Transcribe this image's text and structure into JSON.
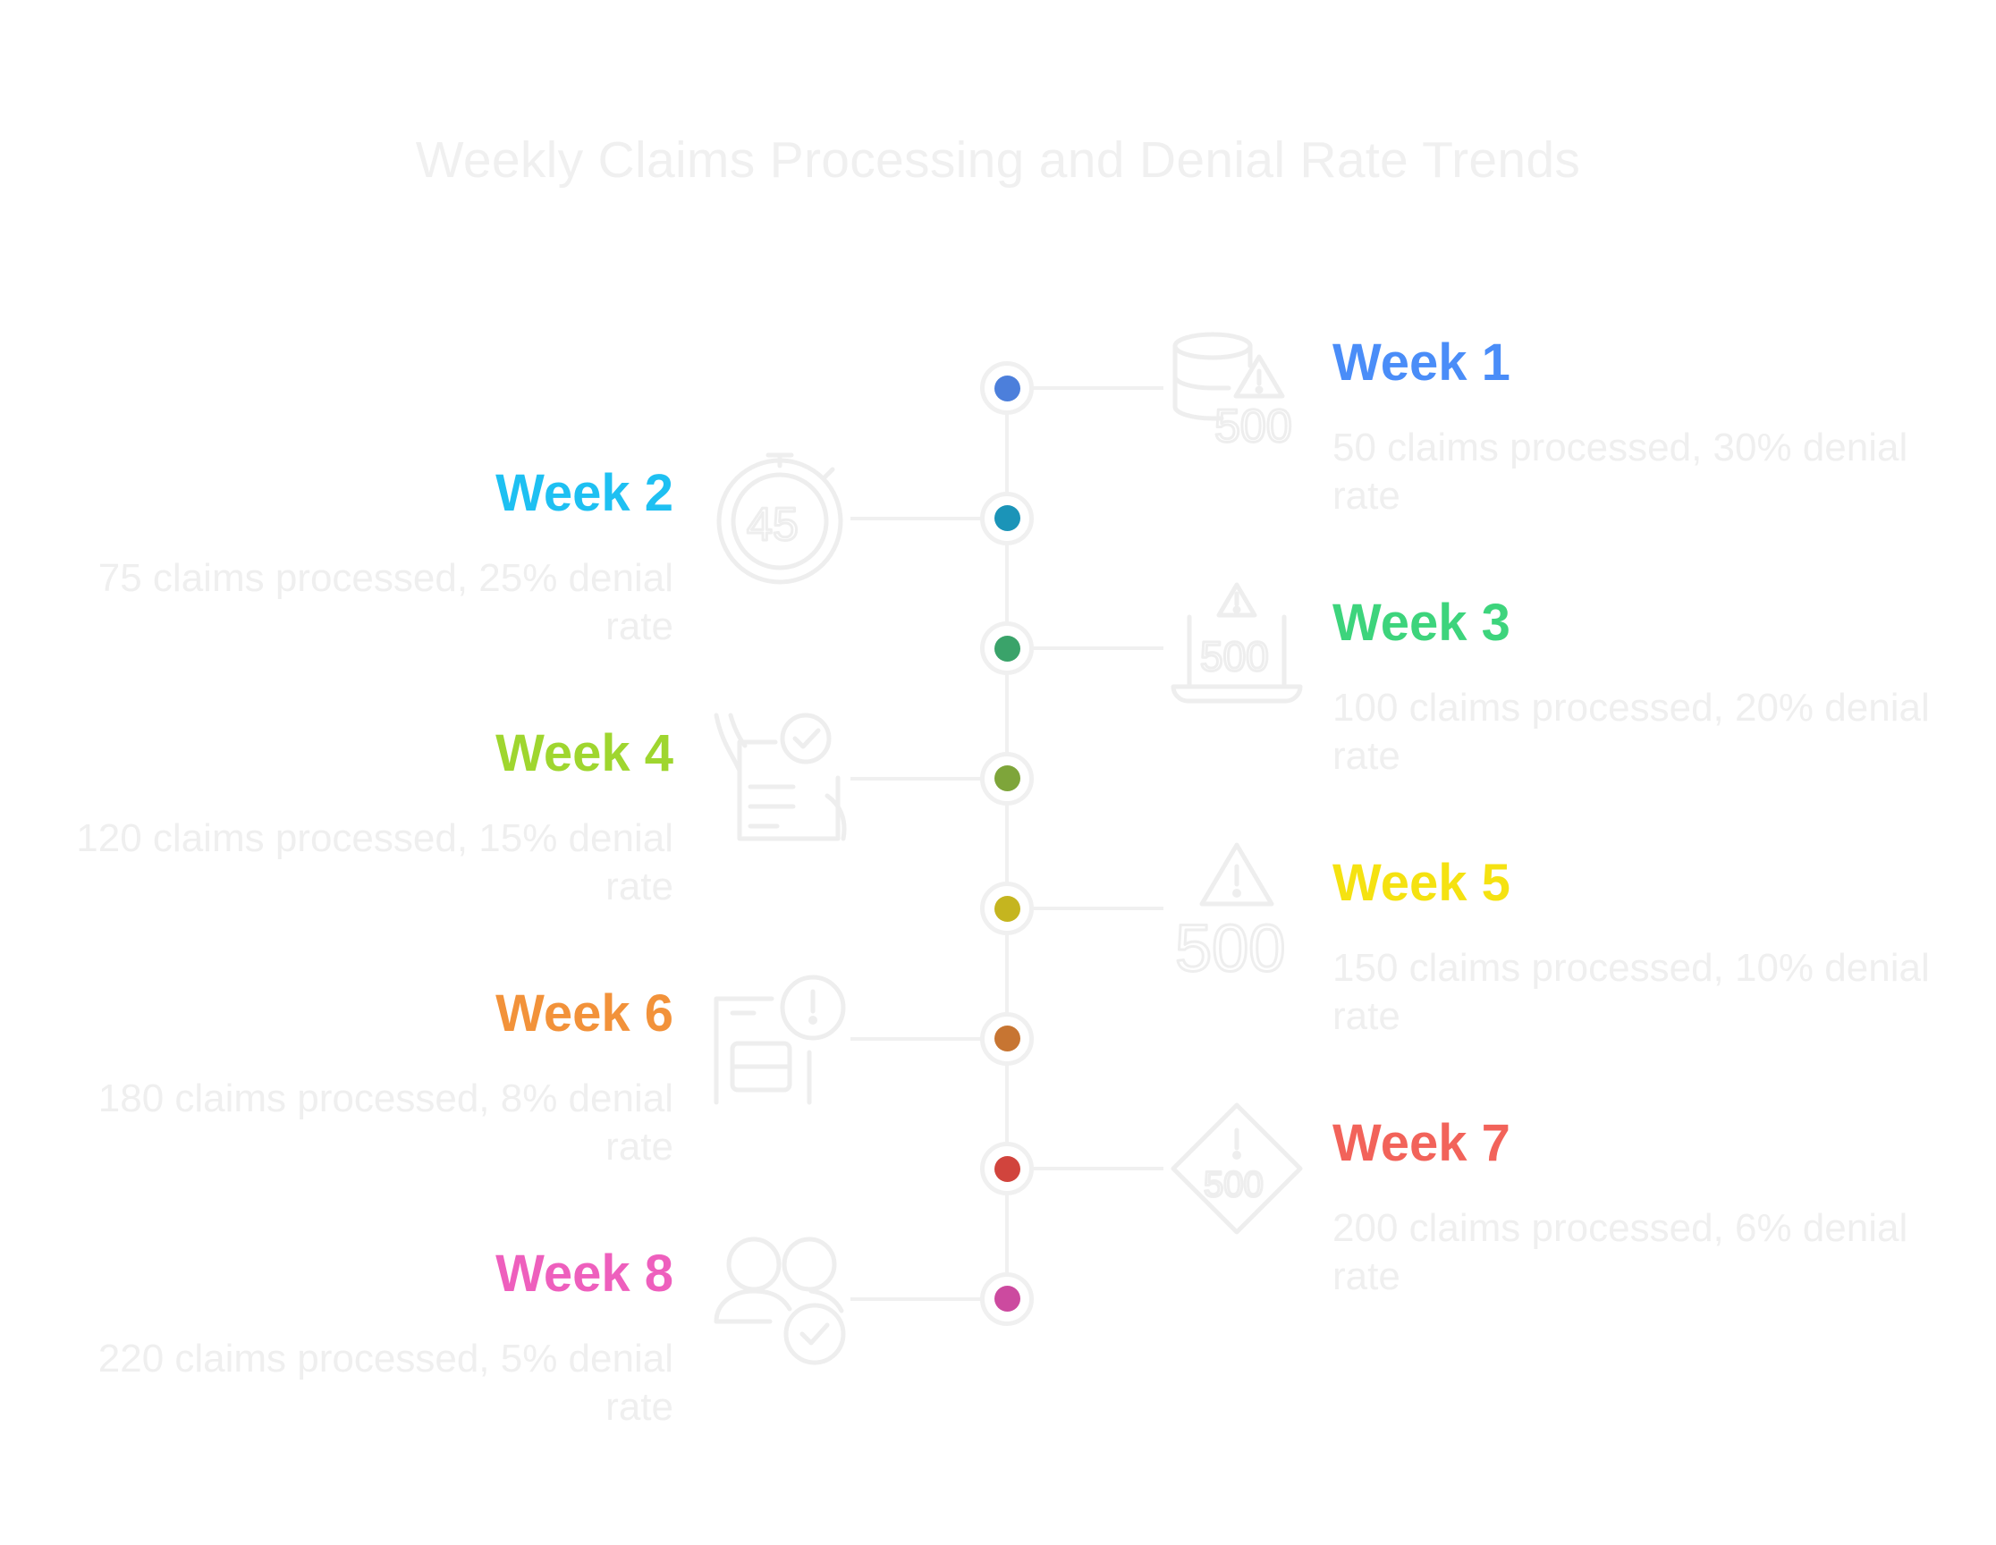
{
  "title": "Weekly Claims Processing and Denial Rate Trends",
  "colors": {
    "line": "#f0f0f0",
    "faded_text": "#efefef"
  },
  "weeks": [
    {
      "label": "Week 1",
      "description": "50 claims processed, 30% denial rate",
      "label_color": "#4a8df8",
      "dot_color": "#4c7fdb",
      "icon": "database-warning-500-icon",
      "side": "right"
    },
    {
      "label": "Week 2",
      "description": "75 claims processed, 25% denial rate",
      "label_color": "#1ec0f2",
      "dot_color": "#1b94b8",
      "icon": "timer-45-icon",
      "side": "left"
    },
    {
      "label": "Week 3",
      "description": "100 claims processed, 20% denial rate",
      "label_color": "#3dd47c",
      "dot_color": "#3aa36a",
      "icon": "laptop-500-warning-icon",
      "side": "right"
    },
    {
      "label": "Week 4",
      "description": "120 claims processed, 15% denial rate",
      "label_color": "#9fd62f",
      "dot_color": "#7ea53a",
      "icon": "hand-document-check-icon",
      "side": "left"
    },
    {
      "label": "Week 5",
      "description": "150 claims processed, 10% denial rate",
      "label_color": "#f5e211",
      "dot_color": "#c5b51f",
      "icon": "warning-500-icon",
      "side": "right"
    },
    {
      "label": "Week 6",
      "description": "180 claims processed, 8% denial rate",
      "label_color": "#f2923a",
      "dot_color": "#c77532",
      "icon": "form-alert-icon",
      "side": "left"
    },
    {
      "label": "Week 7",
      "description": "200 claims processed, 6% denial rate",
      "label_color": "#f2635a",
      "dot_color": "#d1443d",
      "icon": "diamond-500-icon",
      "side": "right"
    },
    {
      "label": "Week 8",
      "description": "220 claims processed, 5% denial rate",
      "label_color": "#ee5fbd",
      "dot_color": "#cc4a9f",
      "icon": "users-check-icon",
      "side": "left"
    }
  ]
}
